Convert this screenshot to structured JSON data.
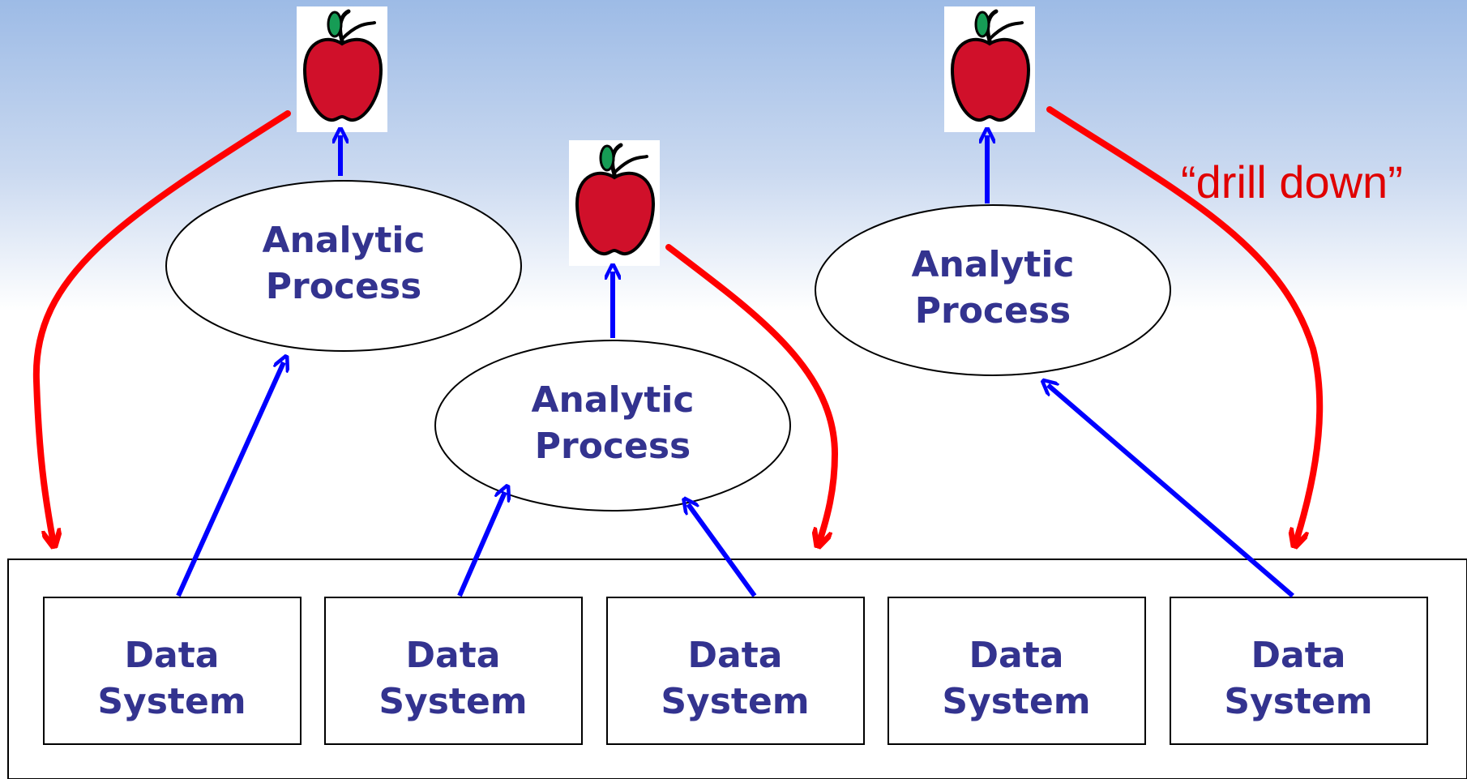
{
  "diagram": {
    "analytic_process_line1": "Analytic",
    "analytic_process_line2": "Process",
    "data_system_line1": "Data",
    "data_system_line2": "System",
    "annotation": "“drill down”",
    "colors": {
      "upward_arrow": "#0000ff",
      "drill_down_arrow": "#ff0000",
      "node_text": "#33338f",
      "apple_red": "#d0102a",
      "apple_leaf": "#169c55"
    },
    "icons": [
      "apple-icon",
      "apple-icon",
      "apple-icon"
    ]
  }
}
